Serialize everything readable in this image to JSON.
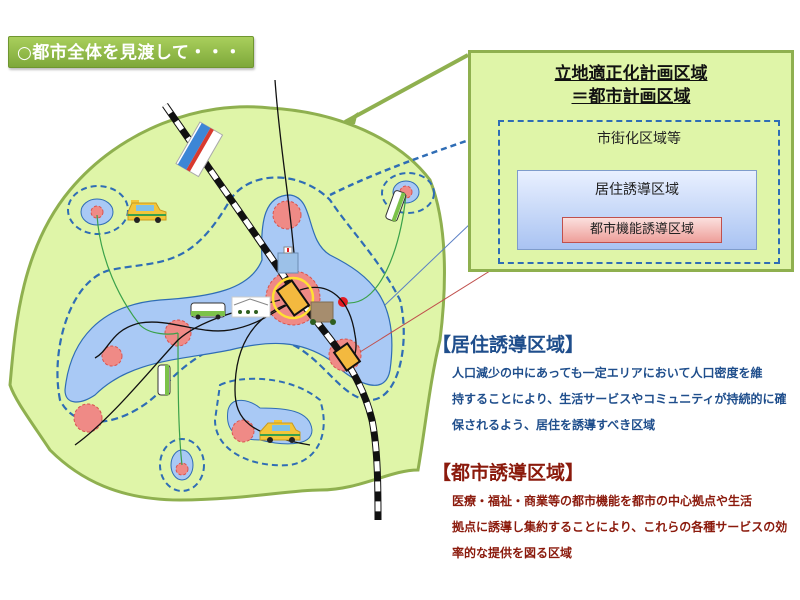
{
  "banner": {
    "title": "○都市全体を見渡して・・・"
  },
  "legend": {
    "title_line1": "立地適正化計画区域",
    "title_line2": "＝都市計画区域",
    "urbanization_area": "市街化区域等",
    "residential_area": "居住誘導区域",
    "urban_function_area": "都市機能誘導区域"
  },
  "residential_section": {
    "heading": "【居住誘導区域】",
    "lines": [
      "人口減少の中にあっても一定エリアにおいて人口密度を維",
      "持することにより、生活サービスやコミュニティが持続的に確",
      "保されるよう、居住を誘導すべき区域"
    ]
  },
  "urban_function_section": {
    "heading": "【都市誘導区域】",
    "lines": [
      "医療・福祉・商業等の都市機能を都市の中心拠点や生活",
      "拠点に誘導し集約することにより、これらの各種サービスの効",
      "率的な提供を図る区域"
    ]
  },
  "colors": {
    "planning_area": "#dff5a8",
    "planning_border": "#8fb04f",
    "residential": "#a9c9f5",
    "urban_center": "#ef8a86",
    "dashed_blue": "#2f6db5",
    "heading_blue": "#1f4e8c",
    "heading_red": "#8b1a0c"
  },
  "icons": [
    "taxi-icon",
    "bus-icon",
    "train-icon",
    "hospital-icon",
    "school-icon",
    "office-building-icon",
    "station-icon"
  ]
}
